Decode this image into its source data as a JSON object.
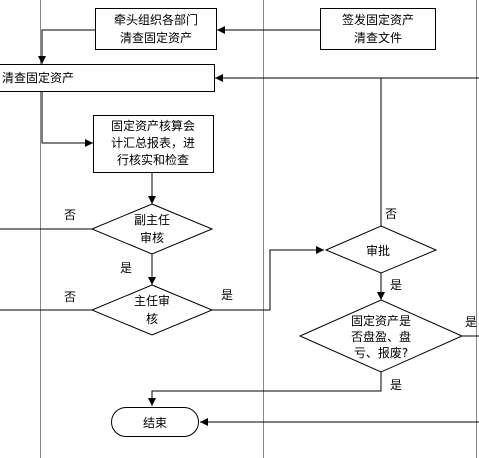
{
  "nodes": {
    "lead_departments": [
      "牵头组织各部门",
      "清查固定资产"
    ],
    "issue_document": [
      "签发固定资产",
      "清查文件"
    ],
    "inventory_assets": [
      "清查固定资产"
    ],
    "summary_report": [
      "固定资产核算会",
      "计汇总报表，进",
      "行核实和检查"
    ],
    "deputy_review": [
      "副主任",
      "审核"
    ],
    "director_review": [
      "主任审",
      "核"
    ],
    "approval": [
      "审批"
    ],
    "surplus_check": [
      "固定资产是",
      "否盘盈、盘",
      "亏、报废?"
    ],
    "end": [
      "结束"
    ]
  },
  "edge_labels": {
    "deputy_no": "否",
    "deputy_yes": "是",
    "director_no": "否",
    "director_yes": "是",
    "approval_no": "否",
    "approval_yes": "是",
    "check_yes_right": "是",
    "check_yes_down": "是"
  }
}
